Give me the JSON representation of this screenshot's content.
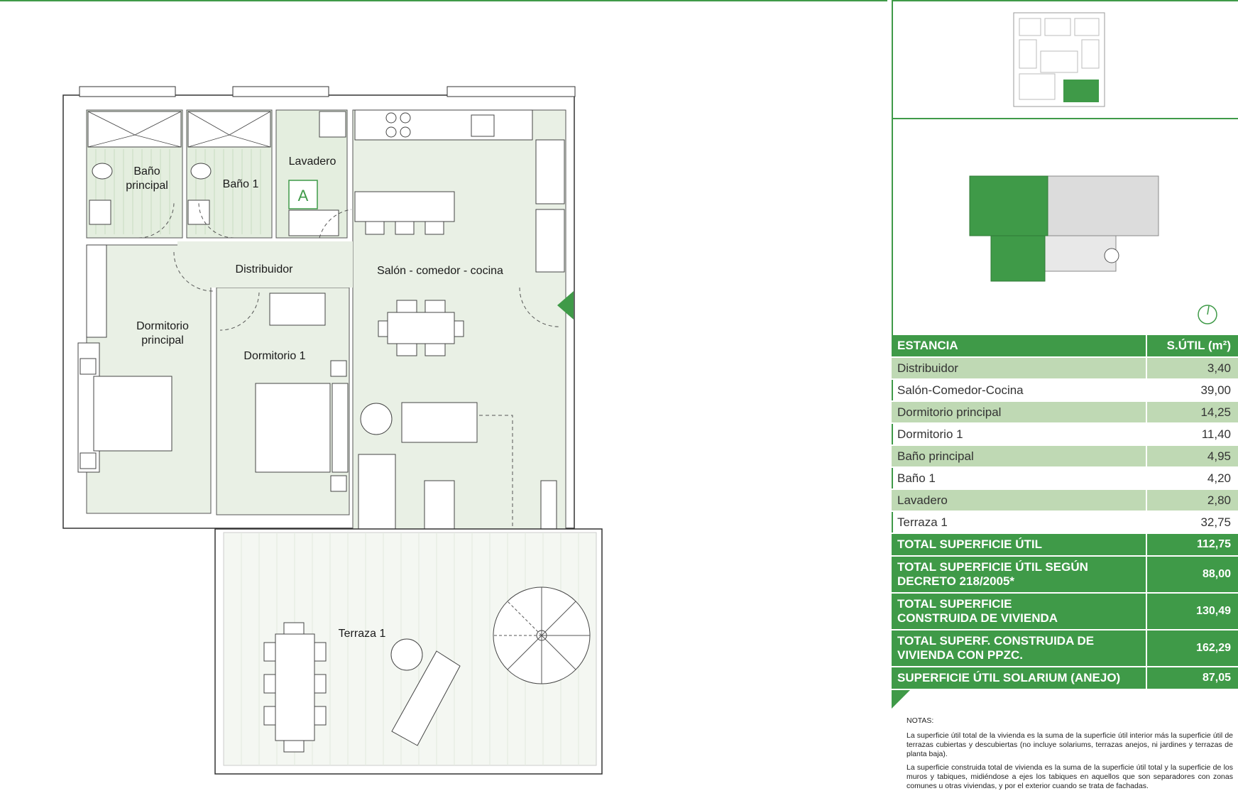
{
  "rooms": {
    "bano_principal": [
      "Baño",
      "principal"
    ],
    "bano_1": "Baño 1",
    "lavadero": "Lavadero",
    "mark": "A",
    "distribuidor": "Distribuidor",
    "salon": "Salón - comedor - cocina",
    "dormitorio_principal": [
      "Dormitorio",
      "principal"
    ],
    "dormitorio_1": "Dormitorio 1",
    "terraza": "Terraza 1"
  },
  "table": {
    "header": {
      "estancia": "ESTANCIA",
      "superficie": "S.ÚTIL (m²)"
    },
    "rows": [
      {
        "name": "Distribuidor",
        "value": "3,40"
      },
      {
        "name": "Salón-Comedor-Cocina",
        "value": "39,00"
      },
      {
        "name": "Dormitorio principal",
        "value": "14,25"
      },
      {
        "name": "Dormitorio 1",
        "value": "11,40"
      },
      {
        "name": "Baño principal",
        "value": "4,95"
      },
      {
        "name": "Baño 1",
        "value": "4,20"
      },
      {
        "name": "Lavadero",
        "value": "2,80"
      },
      {
        "name": "Terraza 1",
        "value": "32,75"
      }
    ],
    "totals": [
      {
        "name": "TOTAL SUPERFICIE ÚTIL",
        "value": "112,75"
      },
      {
        "name": "TOTAL SUPERFICIE ÚTIL SEGÚN DECRETO 218/2005*",
        "value": "88,00"
      },
      {
        "name": "TOTAL SUPERFICIE CONSTRUIDA DE VIVIENDA",
        "value": "130,49"
      },
      {
        "name": "TOTAL SUPERF. CONSTRUIDA DE VIVIENDA CON PPZC.",
        "value": "162,29"
      },
      {
        "name": "SUPERFICIE ÚTIL SOLARIUM (ANEJO)",
        "value": "87,05"
      }
    ]
  },
  "notes": {
    "title": "NOTAS:",
    "p1": "La superficie útil total de la vivienda es la suma de la superficie útil interior más la superficie útil de terrazas cubiertas y descubiertas (no incluye solariums, terrazas anejos, ni jardines y terrazas de planta baja).",
    "p2": "La superficie construida total de vivienda es la suma de la superficie útil total y la superficie de los muros y tabiques, midiéndose a ejes los tabiques en aquellos que son separadores con zonas comunes u otras viviendas, y por el exterior cuando se trata de fachadas."
  },
  "colors": {
    "green": "#3f9a48",
    "light_green": "#bfd9b4",
    "floor": "#e9f0e5"
  }
}
